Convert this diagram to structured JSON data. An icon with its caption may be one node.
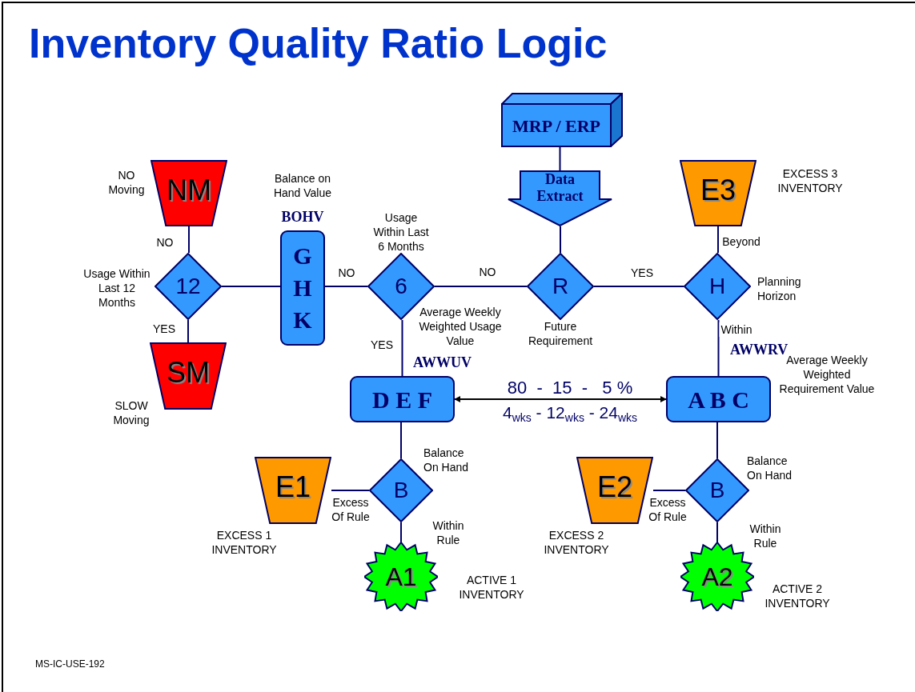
{
  "diagram": {
    "title": "Inventory Quality Ratio Logic",
    "nodes": [
      {
        "text": [
          "MRP / ERP"
        ]
      },
      {
        "text": [
          "Data Extract"
        ]
      },
      {
        "text": [
          "R"
        ],
        "beside": [
          "Future Requirement"
        ]
      },
      {
        "text": [
          "H"
        ],
        "beside": [
          "Planning Horizon"
        ]
      },
      {
        "text": [
          "E3"
        ],
        "beside": [
          "EXCESS 3 INVENTORY"
        ]
      },
      {
        "text": [
          "A B C"
        ],
        "beside": [
          "AWWRV",
          "Average Weekly Weighted Requirement Value"
        ]
      },
      {
        "text": [
          "B"
        ],
        "beside": [
          "Balance On Hand"
        ]
      },
      {
        "text": [
          "E2"
        ],
        "beside": [
          "EXCESS 2 INVENTORY"
        ]
      },
      {
        "text": [
          "A2"
        ],
        "beside": [
          "ACTIVE 2 INVENTORY"
        ]
      },
      {
        "text": [
          "6"
        ],
        "beside": [
          "Usage Within Last 6 Months",
          "Average Weekly Weighted Usage Value"
        ]
      },
      {
        "text": [
          "D E F"
        ],
        "beside": [
          "AWWUV"
        ]
      },
      {
        "text": [
          "B"
        ],
        "beside": [
          "Balance On Hand"
        ]
      },
      {
        "text": [
          "E1"
        ],
        "beside": [
          "EXCESS 1 INVENTORY"
        ]
      },
      {
        "text": [
          "A1"
        ],
        "beside": [
          "ACTIVE 1 INVENTORY"
        ]
      },
      {
        "text": [
          "G H K"
        ],
        "beside": [
          "Balance on Hand Value",
          "BOHV"
        ]
      },
      {
        "text": [
          "12"
        ],
        "beside": [
          "Usage Within Last 12 Months"
        ]
      },
      {
        "text": [
          "NM"
        ],
        "beside": [
          "NO Moving"
        ]
      },
      {
        "text": [
          "SM"
        ],
        "beside": [
          "SLOW Moving"
        ]
      }
    ],
    "edges": [
      {
        "from": 0,
        "to": 1,
        "arrow": "none"
      },
      {
        "from": 1,
        "to": 2,
        "arrow": "none"
      },
      {
        "from": 2,
        "to": 3,
        "arrow": "none",
        "label": "YES"
      },
      {
        "from": 3,
        "to": 4,
        "arrow": "none",
        "label": "Beyond"
      },
      {
        "from": 3,
        "to": 5,
        "arrow": "none",
        "label": "Within"
      },
      {
        "from": 5,
        "to": 6,
        "arrow": "none"
      },
      {
        "from": 6,
        "to": 7,
        "arrow": "none",
        "label": "Excess Of Rule"
      },
      {
        "from": 6,
        "to": 8,
        "arrow": "none",
        "label": "Within Rule"
      },
      {
        "from": 2,
        "to": 9,
        "arrow": "none",
        "label": "NO"
      },
      {
        "from": 9,
        "to": 10,
        "arrow": "none",
        "label": "YES"
      },
      {
        "from": 10,
        "to": 11,
        "arrow": "none"
      },
      {
        "from": 11,
        "to": 12,
        "arrow": "none",
        "label": "Excess Of Rule"
      },
      {
        "from": 11,
        "to": 13,
        "arrow": "none",
        "label": "Within Rule"
      },
      {
        "from": 9,
        "to": 14,
        "arrow": "none",
        "label": "NO"
      },
      {
        "from": 14,
        "to": 15,
        "arrow": "none"
      },
      {
        "from": 15,
        "to": 16,
        "arrow": "none",
        "label": "NO"
      },
      {
        "from": 15,
        "to": 17,
        "arrow": "none",
        "label": "YES"
      },
      {
        "from": 10,
        "to": 5,
        "arrow": "both",
        "color": "#000000"
      }
    ],
    "labels": [
      "80  -  15  -   5 %",
      "4$_{wks}$ - 12$_{wks}$ - 24$_{wks}$",
      "MS-IC-USE-192"
    ]
  }
}
